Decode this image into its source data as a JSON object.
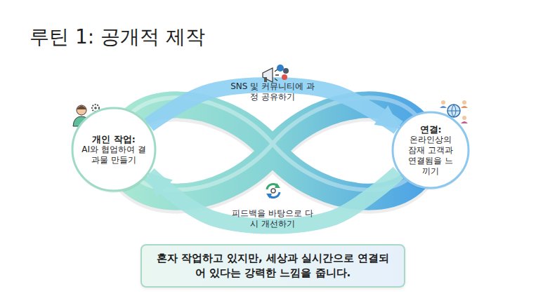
{
  "diagram": {
    "title": "루틴 1: 공개적 제작",
    "nodes": [
      {
        "text": [
          "개인 작업:",
          "AI와 협업하여 결과물 만들기"
        ]
      },
      {
        "text": [
          "연결:",
          "온라인상의 잠재 고객과 연결됨을 느끼기"
        ]
      },
      {
        "text": [
          "혼자 작업하고 있지만, 세상과 실시간으로 연결되어 있다는 강력한 느낌을 줍니다."
        ]
      }
    ],
    "edges": [
      {
        "from": 0,
        "to": 1,
        "arrow": "to",
        "label": "SNS 및 커뮤니티에 과정 공유하기"
      },
      {
        "from": 1,
        "to": 0,
        "arrow": "to",
        "label": "피드백을 바탕으로 다시 개선하기"
      }
    ]
  }
}
